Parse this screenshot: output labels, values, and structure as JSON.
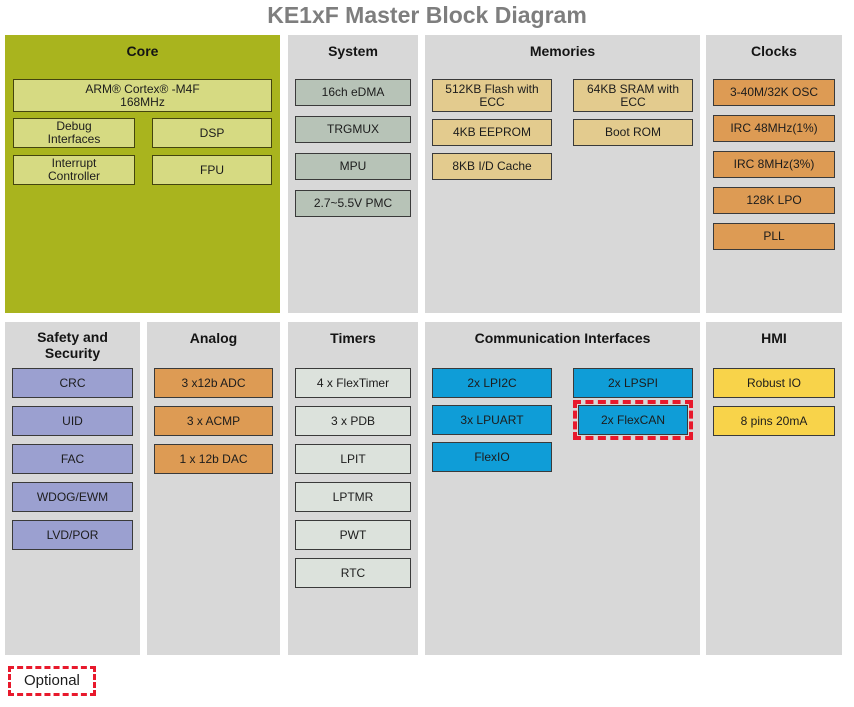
{
  "title": "KE1xF Master Block Diagram",
  "legend": {
    "label": "Optional"
  },
  "colors": {
    "core_panel_bg": "#a9b41e",
    "panel_bg": "#d8d8d8",
    "core_block": "#d6da82",
    "system_block": "#b7c3b7",
    "memories_block": "#e3cb8e",
    "clocks_block": "#dd9b54",
    "safety_block": "#9ba0d0",
    "analog_block": "#dd9b54",
    "timers_block": "#dce2dc",
    "communication_block": "#0f9dd7",
    "hmi_block": "#f8d34a",
    "optional_outline": "#e8192c",
    "title_text": "#7e7e7e"
  },
  "panels": {
    "core": {
      "title": "Core",
      "blocks": {
        "cpu": [
          "ARM® Cortex® -M4F",
          "168MHz"
        ],
        "debug": [
          "Debug",
          "Interfaces"
        ],
        "dsp": "DSP",
        "interrupt": [
          "Interrupt",
          "Controller"
        ],
        "fpu": "FPU"
      }
    },
    "system": {
      "title": "System",
      "blocks": [
        "16ch eDMA",
        "TRGMUX",
        "MPU",
        "2.7~5.5V PMC"
      ]
    },
    "memories": {
      "title": "Memories",
      "col1": [
        [
          "512KB Flash with",
          "ECC"
        ],
        "4KB EEPROM",
        "8KB I/D Cache"
      ],
      "col2": [
        [
          "64KB SRAM with",
          "ECC"
        ],
        "Boot ROM"
      ]
    },
    "clocks": {
      "title": "Clocks",
      "blocks": [
        "3-40M/32K OSC",
        "IRC 48MHz(1%)",
        "IRC 8MHz(3%)",
        "128K LPO",
        "PLL"
      ]
    },
    "safety": {
      "title": "Safety and Security",
      "blocks": [
        "CRC",
        "UID",
        "FAC",
        "WDOG/EWM",
        "LVD/POR"
      ]
    },
    "analog": {
      "title": "Analog",
      "blocks": [
        "3 x12b ADC",
        "3 x ACMP",
        "1 x 12b DAC"
      ]
    },
    "timers": {
      "title": "Timers",
      "blocks": [
        "4 x FlexTimer",
        "3 x PDB",
        "LPIT",
        "LPTMR",
        "PWT",
        "RTC"
      ]
    },
    "communication": {
      "title": "Communication Interfaces",
      "col1": [
        "2x LPI2C",
        "3x LPUART",
        "FlexIO"
      ],
      "col2": [
        "2x LPSPI",
        "2x FlexCAN"
      ]
    },
    "hmi": {
      "title": "HMI",
      "blocks": [
        "Robust IO",
        "8 pins 20mA"
      ]
    }
  }
}
